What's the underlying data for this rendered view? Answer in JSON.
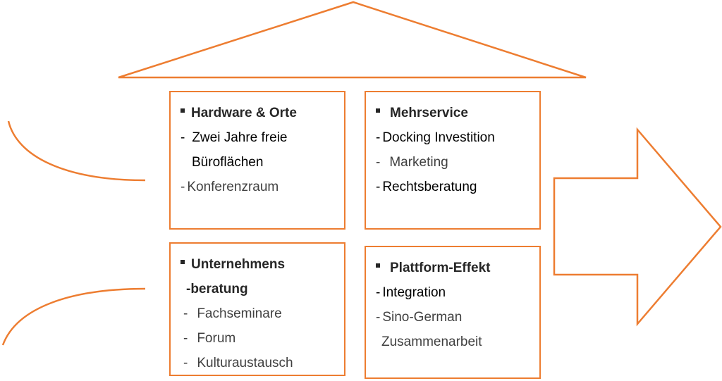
{
  "colors": {
    "accent": "#ED7D31",
    "text": "#000000",
    "text_muted": "#404040"
  },
  "boxes": [
    {
      "id": "hardware",
      "lines": [
        {
          "marker": "square",
          "text": "Hardware & Orte"
        },
        {
          "marker": "-",
          "text": "Zwei Jahre freie"
        },
        {
          "marker": "",
          "text": "Büroflächen"
        },
        {
          "marker": "-",
          "text": "Konferenzraum"
        }
      ]
    },
    {
      "id": "mehrservice",
      "lines": [
        {
          "marker": "square",
          "text": "Mehrservice"
        },
        {
          "marker": "-",
          "text": "Docking Investition"
        },
        {
          "marker": "-",
          "text": "Marketing"
        },
        {
          "marker": "-",
          "text": "Rechtsberatung"
        }
      ]
    },
    {
      "id": "beratung",
      "lines": [
        {
          "marker": "square",
          "text": "Unternehmens"
        },
        {
          "marker": "",
          "text": "-beratung"
        },
        {
          "marker": "-",
          "text": "Fachseminare"
        },
        {
          "marker": "-",
          "text": "Forum"
        },
        {
          "marker": "-",
          "text": "Kulturaustausch"
        }
      ]
    },
    {
      "id": "plattform",
      "lines": [
        {
          "marker": "square",
          "text": "Plattform-Effekt"
        },
        {
          "marker": "-",
          "text": "Integration"
        },
        {
          "marker": "-",
          "text": "Sino-German"
        },
        {
          "marker": "",
          "text": "Zusammenarbeit"
        }
      ]
    }
  ]
}
